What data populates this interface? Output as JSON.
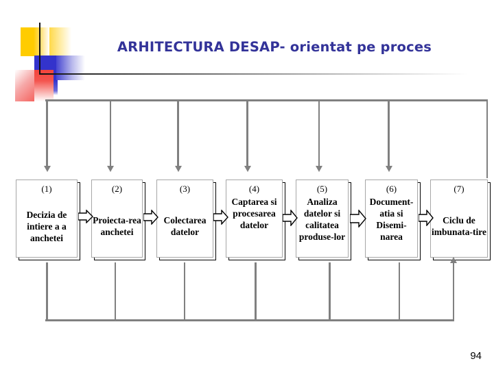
{
  "slide": {
    "title": "ARHITECTURA DESAP- orientat pe proces",
    "title_color": "#333399",
    "page_number": "94",
    "background": "#FFFFFF",
    "connector_color": "#808080"
  },
  "logo": {
    "name": "decorative-corner-graphic",
    "colors": {
      "yellow": "#FFCC00",
      "blue": "#3333CC",
      "red": "#F4433B",
      "rule": "#111111"
    }
  },
  "process": {
    "boxes": [
      {
        "number": "(1)",
        "label": "Decizia de intiere a a anchetei"
      },
      {
        "number": "(2)",
        "label": "Proiecta-rea anchetei"
      },
      {
        "number": "(3)",
        "label": "Colectarea datelor"
      },
      {
        "number": "(4)",
        "label": "Captarea si procesarea datelor"
      },
      {
        "number": "(5)",
        "label": "Analiza datelor si calitatea produse-lor"
      },
      {
        "number": "(6)",
        "label": "Document-atia si Disemi-narea"
      },
      {
        "number": "(7)",
        "label": "Ciclu de imbunata-tire"
      }
    ],
    "connector_count": 6,
    "top_bus_arrows": 6,
    "bottom_feedback_arrow": "up-into-box-7"
  }
}
